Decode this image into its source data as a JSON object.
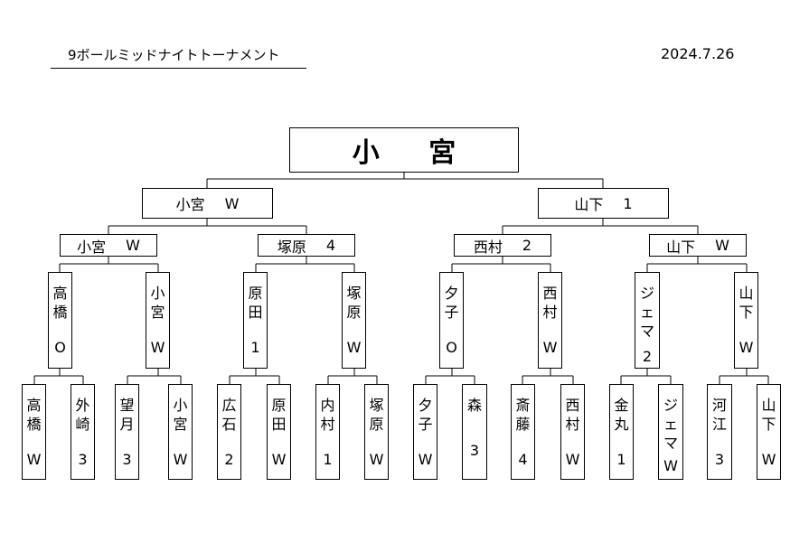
{
  "header": {
    "title": "9ボールミッドナイトトーナメント",
    "date": "2024.7.26"
  },
  "champion": "小 宮",
  "final": [
    {
      "name": "小宮",
      "score": "W"
    },
    {
      "name": "山下",
      "score": "1"
    }
  ],
  "semifinal": [
    {
      "name": "小宮",
      "score": "W"
    },
    {
      "name": "塚原",
      "score": "4"
    },
    {
      "name": "西村",
      "score": "2"
    },
    {
      "name": "山下",
      "score": "W"
    }
  ],
  "quarterfinal": [
    {
      "name": "高橋",
      "score": "O"
    },
    {
      "name": "小宮",
      "score": "W"
    },
    {
      "name": "原田",
      "score": "1"
    },
    {
      "name": "塚原",
      "score": "W"
    },
    {
      "name": "夕子",
      "score": "O"
    },
    {
      "name": "西村",
      "score": "W"
    },
    {
      "name": "ジェマ",
      "score": "2"
    },
    {
      "name": "山下",
      "score": "W"
    }
  ],
  "round1": [
    {
      "name": "高橋",
      "score": "W"
    },
    {
      "name": "外崎",
      "score": "3"
    },
    {
      "name": "望月",
      "score": "3"
    },
    {
      "name": "小宮",
      "score": "W"
    },
    {
      "name": "広石",
      "score": "2"
    },
    {
      "name": "原田",
      "score": "W"
    },
    {
      "name": "内村",
      "score": "1"
    },
    {
      "name": "塚原",
      "score": "W"
    },
    {
      "name": "夕子",
      "score": "W"
    },
    {
      "name": "森",
      "score": "3"
    },
    {
      "name": "斎藤",
      "score": "4"
    },
    {
      "name": "西村",
      "score": "W"
    },
    {
      "name": "金丸",
      "score": "1"
    },
    {
      "name": "ジェマ",
      "score": "W"
    },
    {
      "name": "河江",
      "score": "3"
    },
    {
      "name": "山下",
      "score": "W"
    }
  ]
}
